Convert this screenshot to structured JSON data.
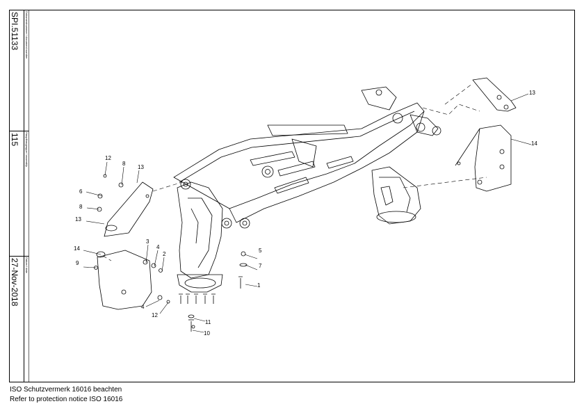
{
  "sidebar": {
    "document_number_label": "Dokumentnummer / document number",
    "document_number": "SPI.51133",
    "assembly_label": "Hauptbaugruppe / assembly",
    "assembly": "115",
    "date_label": "Datum / date",
    "date": "27-Nov-2018"
  },
  "callouts": [
    "1",
    "2",
    "3",
    "4",
    "4",
    "5",
    "6",
    "7",
    "8",
    "8",
    "9",
    "10",
    "11",
    "12",
    "12",
    "13",
    "13",
    "13",
    "14",
    "14"
  ],
  "footer": {
    "line1": "ISO Schutzvermerk 16016 beachten",
    "line2": "Refer to protection notice ISO 16016"
  }
}
